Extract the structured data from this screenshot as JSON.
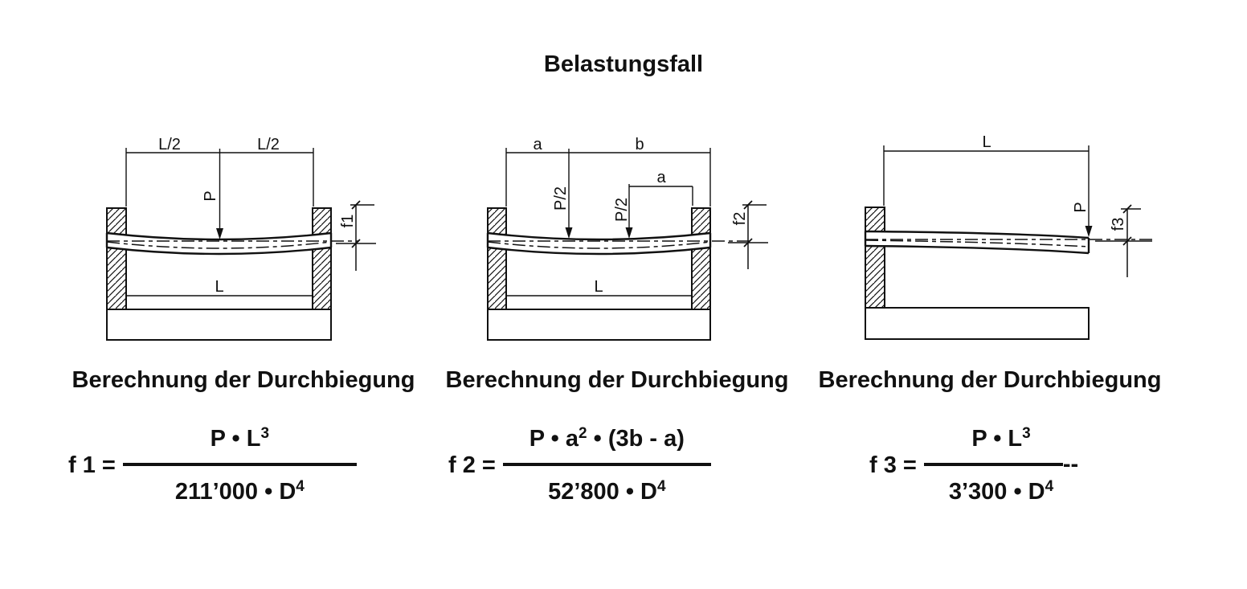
{
  "page": {
    "title": "Belastungsfall"
  },
  "colors": {
    "ink": "#111111",
    "background": "#ffffff"
  },
  "diagrams": [
    {
      "heading": "Berechnung der Durchbiegung",
      "labels": {
        "dim_left": "L/2",
        "dim_right": "L/2",
        "load": "P",
        "span": "L",
        "deflection": "f1"
      },
      "formula": {
        "lhs": "f 1 =",
        "num_pre": "P • L",
        "num_sup": "3",
        "num_post": "",
        "den_pre": "211’000 • D",
        "den_sup": "4",
        "bar_trail": ""
      }
    },
    {
      "heading": "Berechnung der Durchbiegung",
      "labels": {
        "dim_a": "a",
        "dim_b": "b",
        "load_1": "P/2",
        "load_2": "P/2",
        "dim_a_right": "a",
        "span": "L",
        "deflection": "f2"
      },
      "formula": {
        "lhs": "f 2 =",
        "num_pre": "P • a",
        "num_sup": "2",
        "num_post": " • (3b - a)",
        "den_pre": "52’800 • D",
        "den_sup": "4",
        "bar_trail": ""
      }
    },
    {
      "heading": "Berechnung der Durchbiegung",
      "labels": {
        "dim_length": "L",
        "load": "P",
        "deflection": "f3"
      },
      "formula": {
        "lhs": "f 3 =",
        "num_pre": "P • L",
        "num_sup": "3",
        "num_post": "",
        "den_pre": "3’300 • D",
        "den_sup": "4",
        "bar_trail": "--"
      }
    }
  ]
}
